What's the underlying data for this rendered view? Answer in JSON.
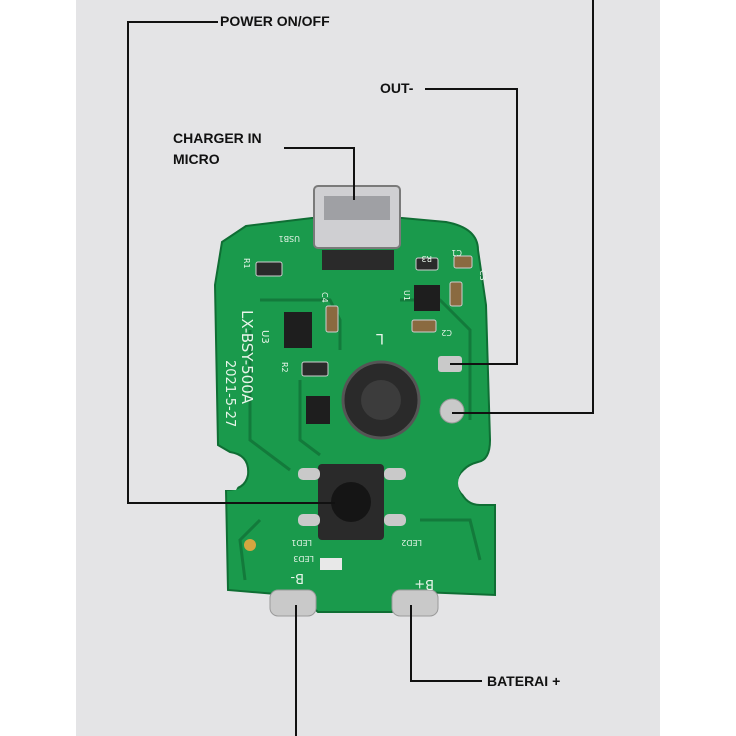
{
  "labels": {
    "power": "POWER ON/OFF",
    "out_minus": "OUT-",
    "charger_line1": "CHARGER IN",
    "charger_line2": "MICRO",
    "baterai_plus": "BATERAI +"
  },
  "board_silkscreen": {
    "model": "LX-BSY-500A",
    "date": "2021-5-27",
    "usb": "USB1",
    "u3": "U3",
    "u1": "U1",
    "r1": "R1",
    "r2": "R2",
    "r3": "R3",
    "c1": "C1",
    "c2": "C2",
    "c3": "C3",
    "c4": "C4",
    "l": "L",
    "led1": "LED1",
    "led2": "LED2",
    "led3": "LED3",
    "b_minus": "B-",
    "b_plus": "B+"
  },
  "colors": {
    "background_photo": "#e4e4e6",
    "pcb": "#1a9a4c",
    "pcb_dark": "#137a3b",
    "leader_line": "#111111",
    "solder": "#c9c9c9"
  }
}
